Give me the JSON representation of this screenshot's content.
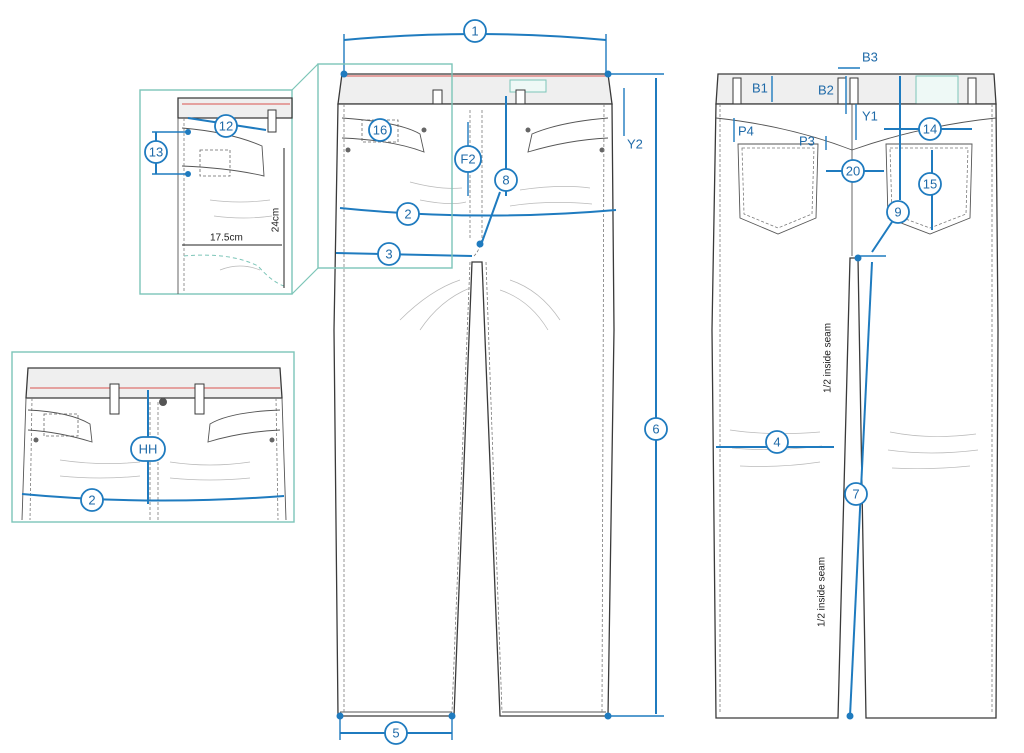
{
  "badges": {
    "b1": "1",
    "b2": "2",
    "b3": "3",
    "b4": "4",
    "b5": "5",
    "b6": "6",
    "b7": "7",
    "b8": "8",
    "b9": "9",
    "b12": "12",
    "b13": "13",
    "b14": "14",
    "b15": "15",
    "b16": "16",
    "b20": "20",
    "b2_inset": "2",
    "hh": "HH",
    "f2": "F2"
  },
  "labels": {
    "y1": "Y1",
    "y2": "Y2",
    "b1": "B1",
    "b2": "B2",
    "b3": "B3",
    "p3": "P3",
    "p4": "P4",
    "inside_seam_upper": "1/2 inside seam",
    "inside_seam_lower": "1/2 inside seam",
    "pocket_depth": "24cm",
    "pocket_width": "17.5cm"
  },
  "colors": {
    "dimension": "#1f7bbf",
    "inset_border": "#7cc5b8",
    "outline": "#3a3a3a",
    "waist_accent": "#d9534f"
  }
}
